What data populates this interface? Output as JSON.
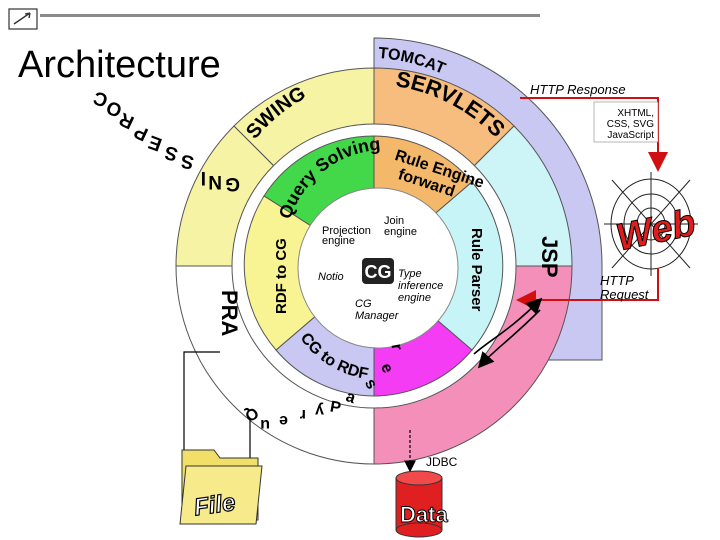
{
  "slide": {
    "title": "Architecture"
  },
  "ring_labels": {
    "tomcat": "TOMCAT",
    "servlets": "SERVLETS",
    "swing": "SWING",
    "jsp": "JSP",
    "processing": "PROCESSING",
    "http_response": "HTTP Response",
    "http_request": "HTTP Request",
    "xhtml": "XHTML,",
    "css_svg": "CSS, SVG",
    "javascript": "JavaScript"
  },
  "inner_labels": {
    "query_solving": "Query Solving",
    "rule_engine_forward": "Rule Engine forward",
    "rdf_to_cg": "RDF to CG",
    "rule_parser": "Rule Parser",
    "cg_to_rdf": "CG to RDF",
    "query_parser": "Query Parser",
    "cg_logo": "CG",
    "projection_engine": "Projection engine",
    "join_engine": "Join engine",
    "type_inference_engine": "Type inference engine",
    "notio": "Notio",
    "cg_manager": "CG Manager"
  },
  "external": {
    "web": "Web",
    "file": "File",
    "data": "Data",
    "jdbc": "JDBC"
  },
  "colors": {
    "tomcat_band": "#c8c8f2",
    "servlets": "#f6bd7e",
    "swing": "#f6f3a4",
    "jsp": "#cdf5f8",
    "lower_right": "#f38fb9",
    "lower_left": "#ffffff",
    "query_solving": "#42d84a",
    "rule_engine": "#f3b86a",
    "rdf_to_cg": "#f8f393",
    "rule_parser": "#c7f4f6",
    "query_parser": "#f43cf4",
    "cg_to_rdf": "#c8c8f2",
    "arrow_red": "#d01010"
  }
}
